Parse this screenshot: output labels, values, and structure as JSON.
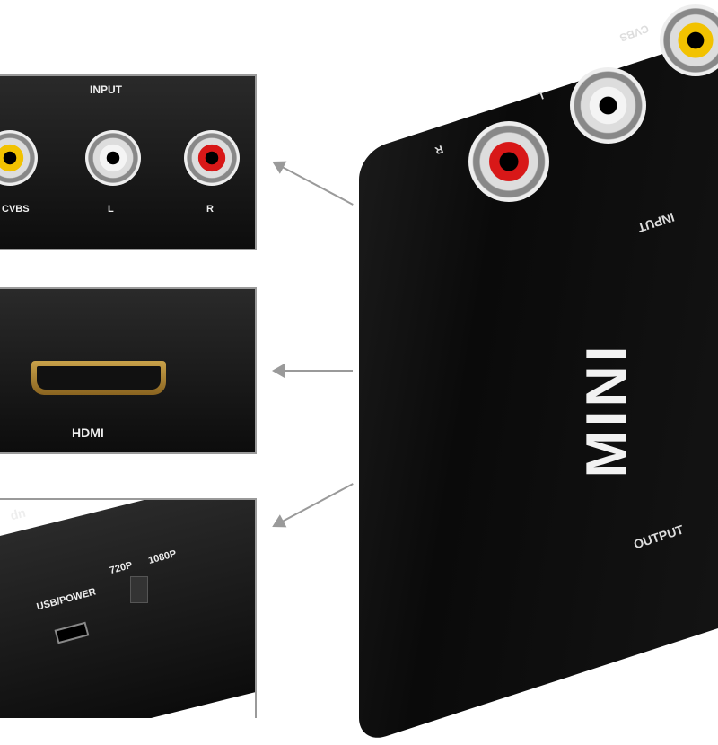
{
  "panel_input": {
    "title": "INPUT",
    "ports": [
      "CVBS",
      "L",
      "R"
    ]
  },
  "panel_hdmi": {
    "label": "HDMI"
  },
  "panel_power": {
    "up_label": "up",
    "usb_label": "USB/POWER",
    "switch_720": "720P",
    "switch_1080": "1080P"
  },
  "device": {
    "brand": "MINI",
    "input_label": "INPUT",
    "output_label": "OUTPUT",
    "ports": [
      "CVBS",
      "L",
      "R"
    ]
  },
  "colors": {
    "cvbs": "#f2c200",
    "left": "#f4f4f4",
    "right": "#d81818",
    "body": "#111111"
  }
}
